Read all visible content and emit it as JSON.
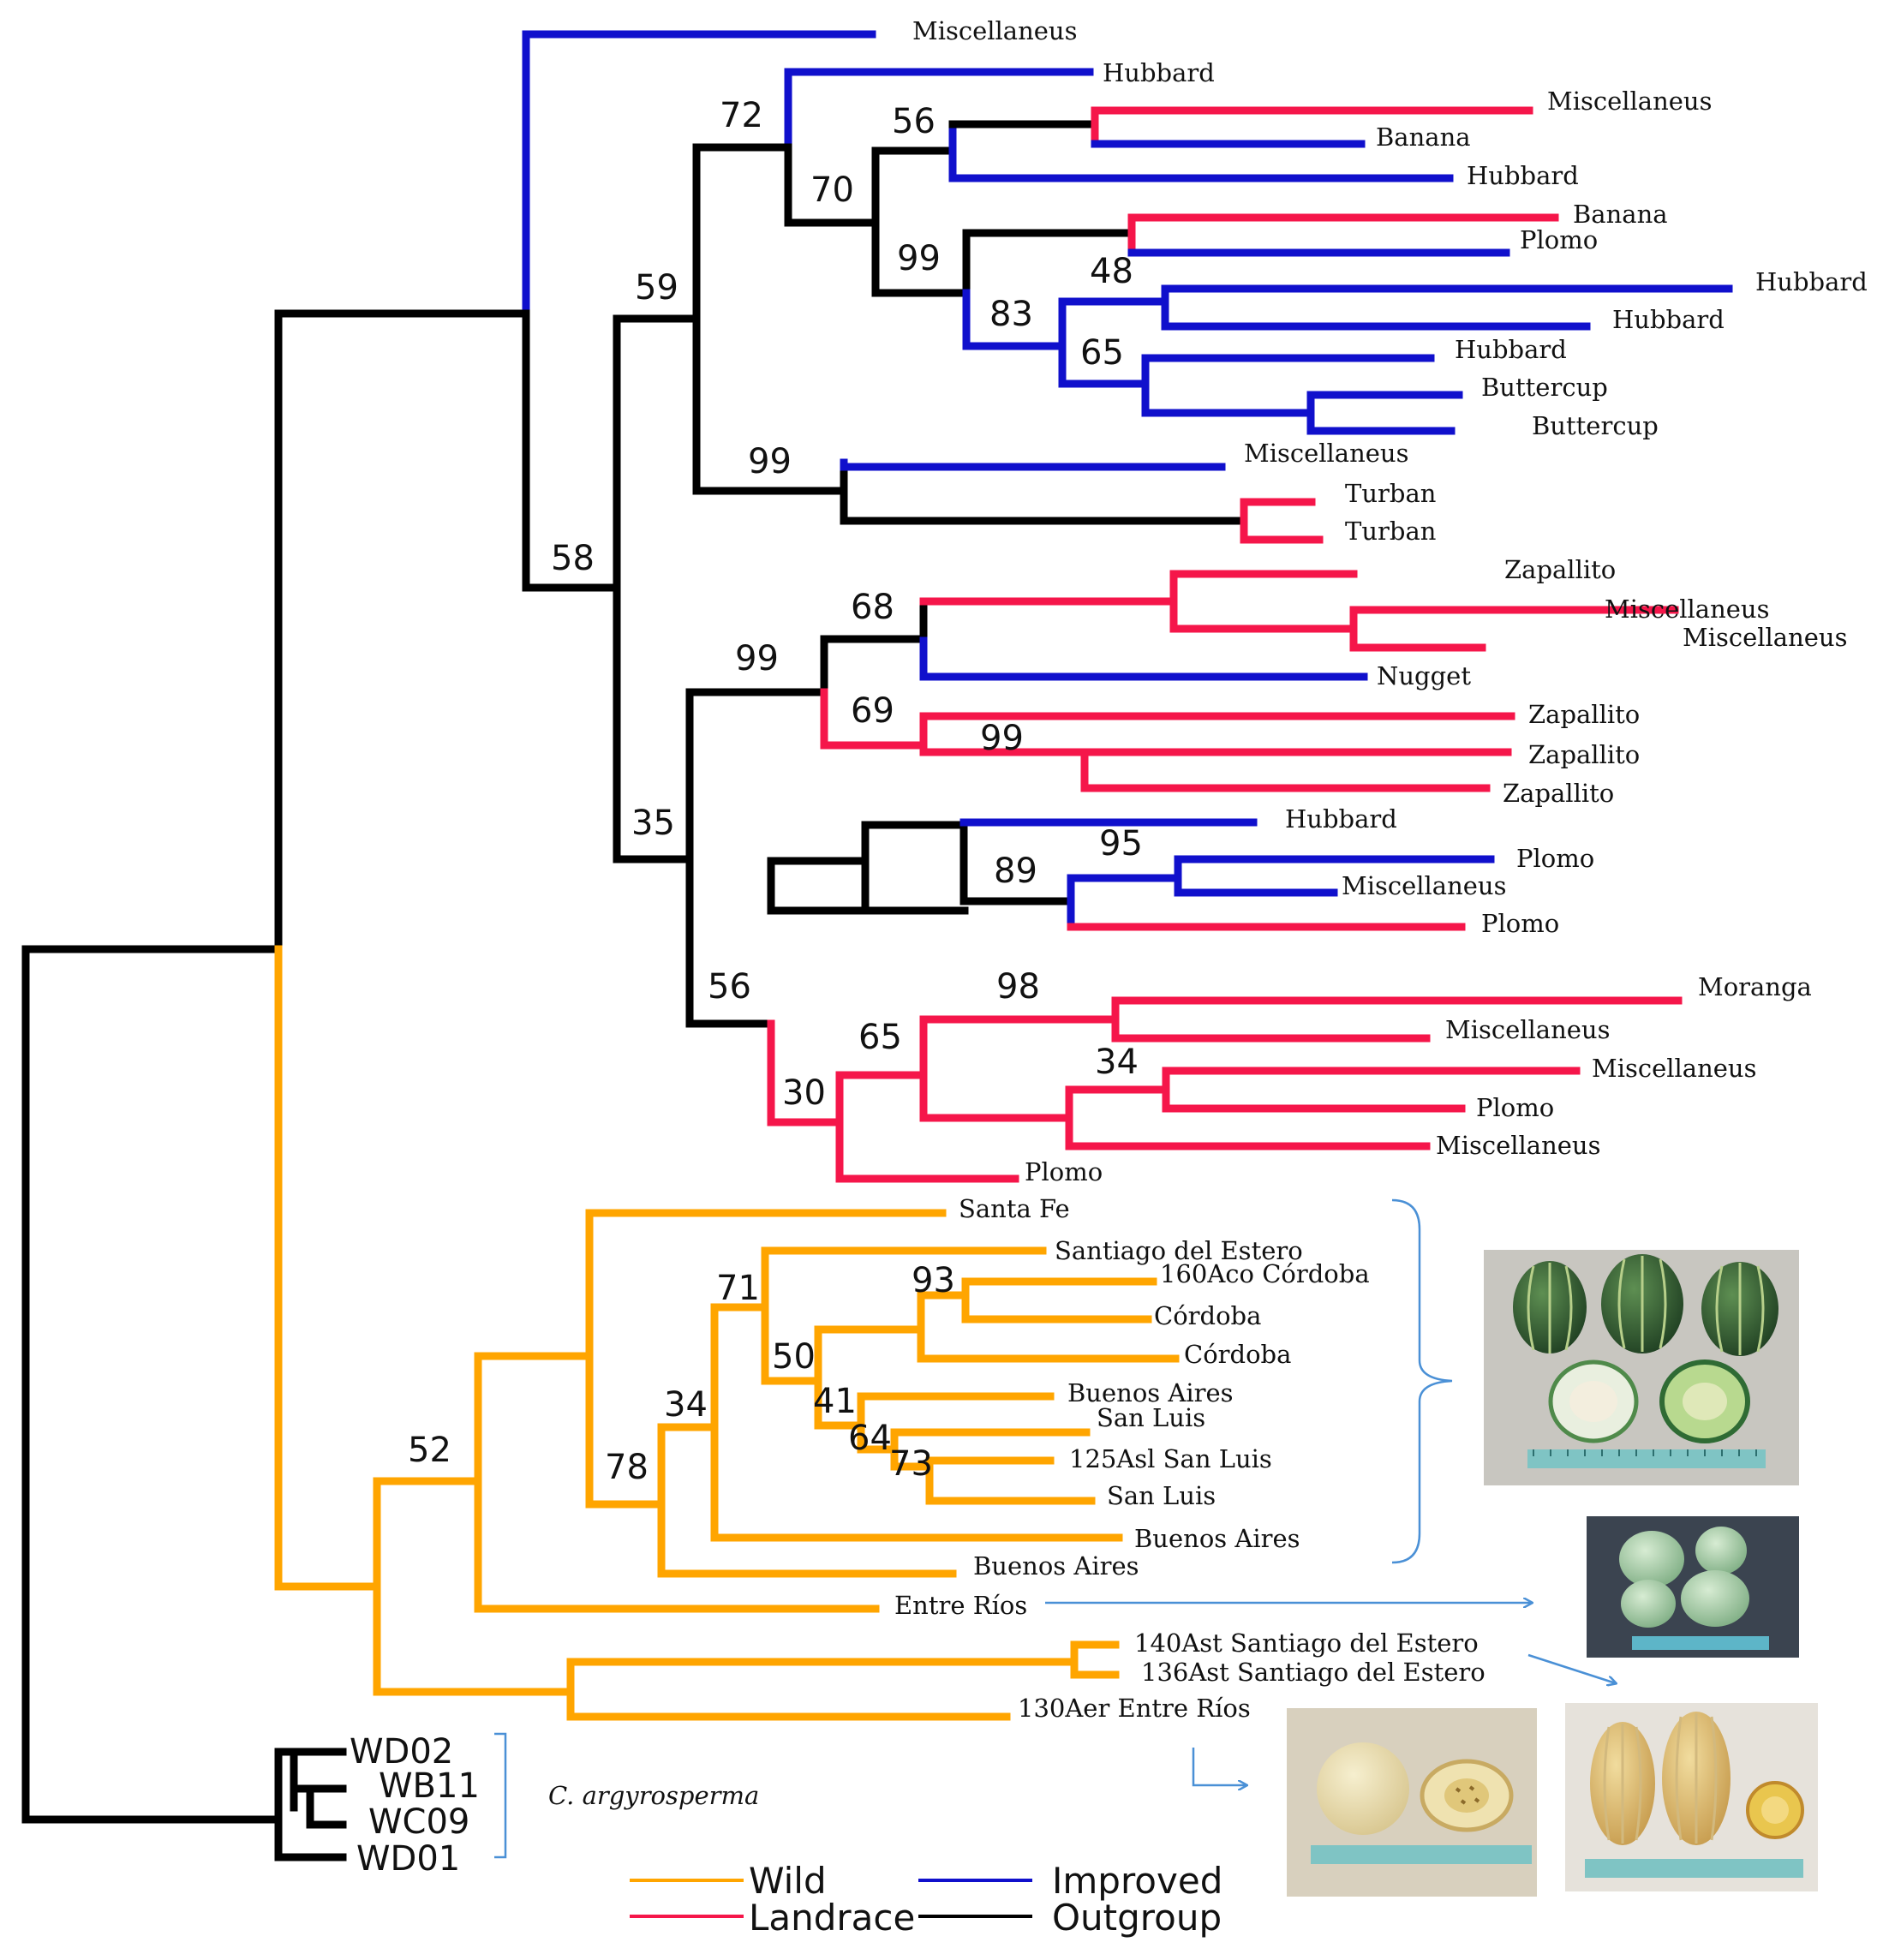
{
  "colors": {
    "wild": "#ffa500",
    "landrace": "#f5164a",
    "improved": "#1010cc",
    "outgroup": "#000000",
    "bracket": "#4a90d6"
  },
  "tips": [
    "Miscellaneus",
    "Hubbard",
    "Miscellaneus",
    "Banana",
    "Hubbard",
    "Banana",
    "Plomo",
    "Hubbard",
    "Hubbard",
    "Hubbard",
    "Buttercup",
    "Buttercup",
    "Miscellaneus",
    "Turban",
    "Turban",
    "Zapallito",
    "Miscellaneus",
    "Miscellaneus",
    "Nugget",
    "Zapallito",
    "Zapallito",
    "Zapallito",
    "Hubbard",
    "Plomo",
    "Miscellaneus",
    "Plomo",
    "Moranga",
    "Miscellaneus",
    "Miscellaneus",
    "Plomo",
    "Miscellaneus",
    "Plomo",
    "Santa Fe",
    "Santiago del Estero",
    "160Aco Córdoba",
    "Córdoba",
    "Córdoba",
    "Buenos Aires",
    "San Luis",
    "125Asl San Luis",
    "San Luis",
    "Buenos Aires",
    "Buenos Aires",
    "Entre Ríos",
    "140Ast Santiago del Estero",
    "136Ast Santiago del Estero",
    "130Aer Entre Ríos"
  ],
  "outgroup_tips": [
    "WD02",
    "WB11",
    "WC09",
    "WD01"
  ],
  "species_label": "C. argyrosperma",
  "bootstrap": [
    "72",
    "56",
    "70",
    "99",
    "48",
    "83",
    "65",
    "59",
    "99",
    "58",
    "68",
    "99",
    "69",
    "99",
    "35",
    "95",
    "89",
    "56",
    "98",
    "65",
    "34",
    "30",
    "93",
    "71",
    "50",
    "41",
    "64",
    "73",
    "34",
    "78",
    "52"
  ],
  "legend": {
    "wild": "Wild",
    "improved": "Improved",
    "landrace": "Landrace",
    "outgroup": "Outgroup"
  }
}
